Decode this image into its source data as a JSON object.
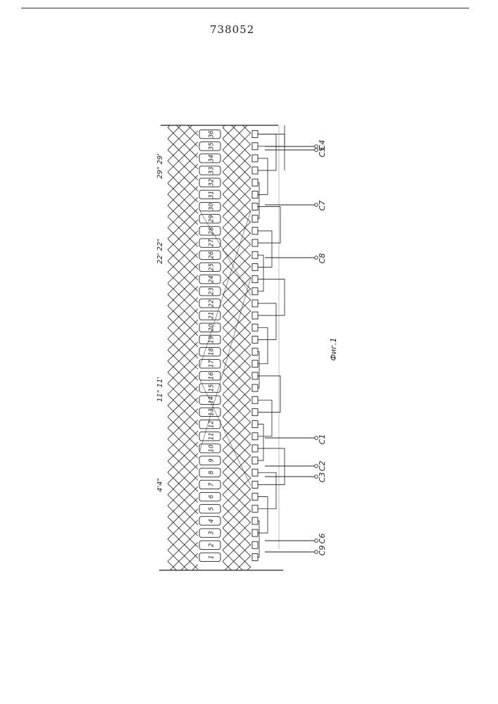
{
  "document": {
    "patent_number": "738052",
    "figure_caption": "Фиг.1"
  },
  "diagram": {
    "slot_numbers": [
      "1",
      "2",
      "3",
      "4",
      "5",
      "6",
      "7",
      "8",
      "9",
      "10",
      "11",
      "12",
      "13",
      "14",
      "15",
      "16",
      "17",
      "18",
      "19",
      "20",
      "21",
      "22",
      "23",
      "24",
      "25",
      "26",
      "27",
      "28",
      "29",
      "30",
      "31",
      "32",
      "33",
      "34",
      "35",
      "36"
    ],
    "coil_markers": [
      "4'4\"",
      "11\" 11'",
      "22' 22\"",
      "29\" 29'"
    ],
    "terminals": [
      "C1",
      "C2",
      "C3",
      "C4",
      "C5",
      "C6",
      "C7",
      "C8",
      "C9"
    ]
  },
  "colors": {
    "ink": "#222222",
    "paper": "#ffffff"
  }
}
